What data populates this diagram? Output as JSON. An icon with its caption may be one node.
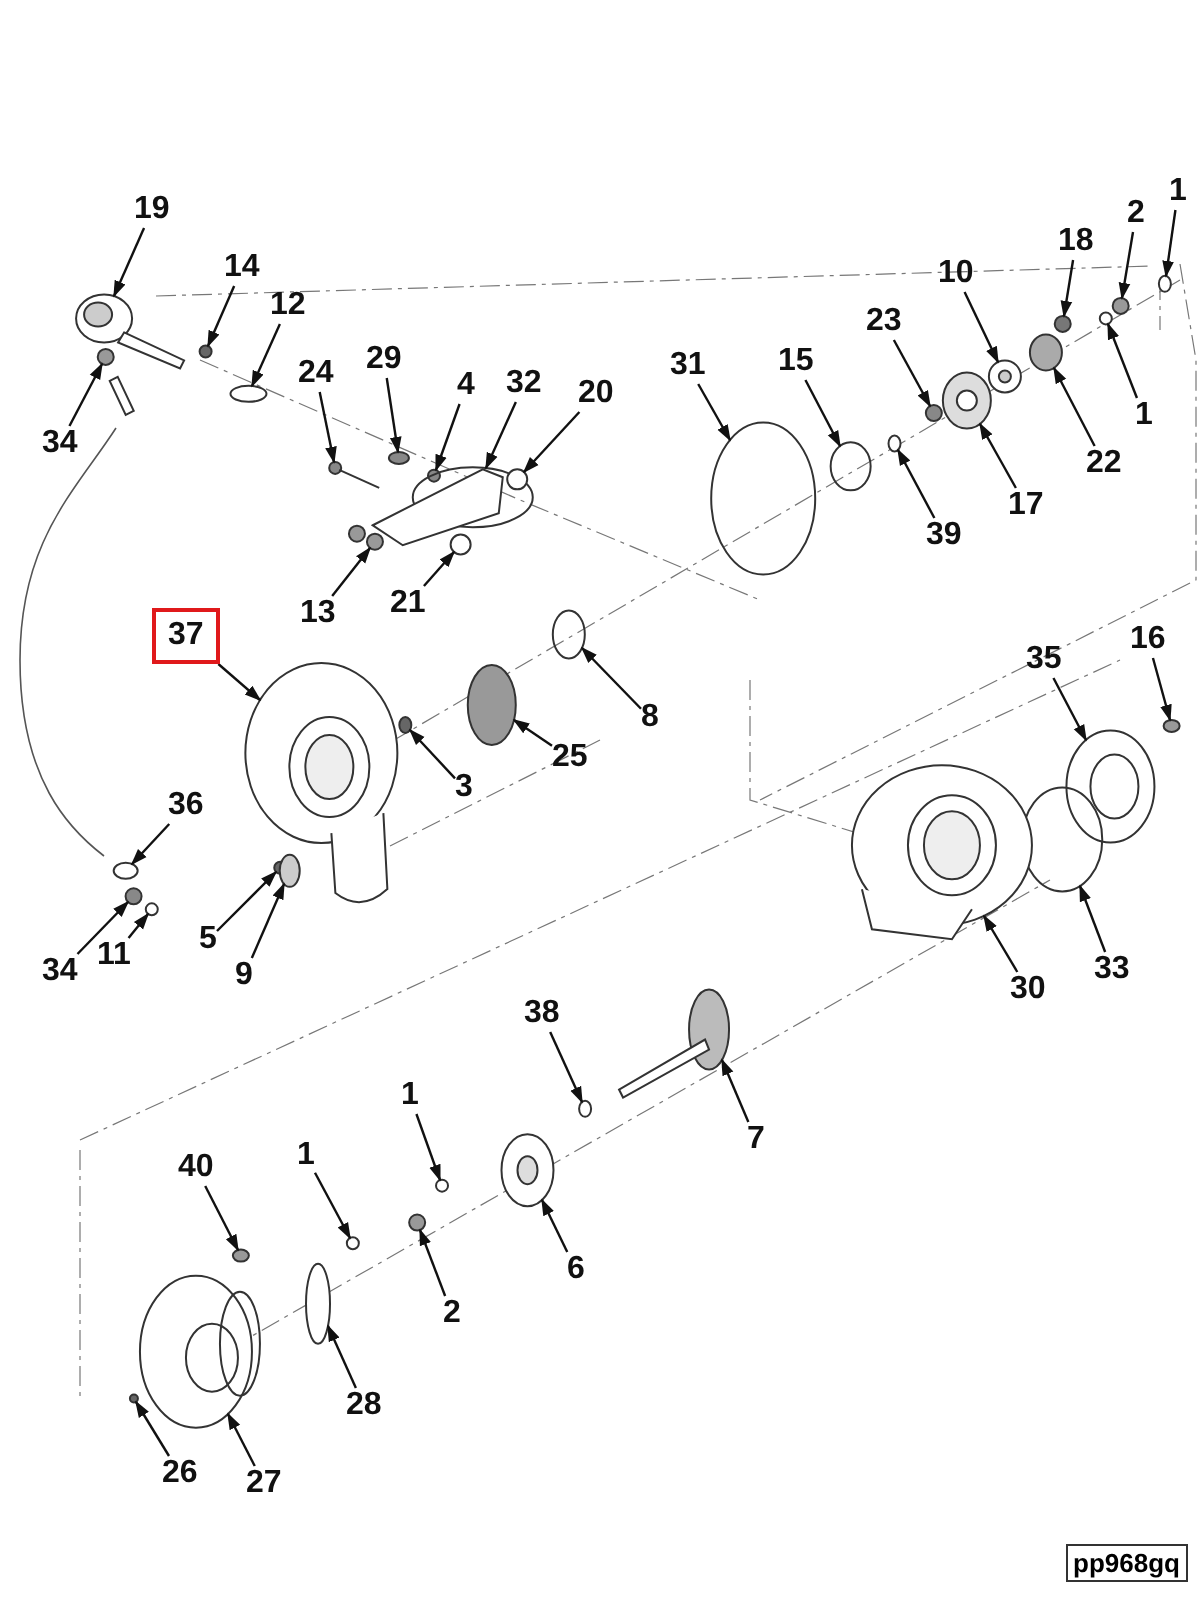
{
  "diagram": {
    "nodes": [
      {
        "text": [
          "1"
        ]
      },
      {
        "text": [
          "2"
        ]
      },
      {
        "text": [
          "18"
        ]
      },
      {
        "text": [
          "10"
        ]
      },
      {
        "text": [
          "19"
        ]
      },
      {
        "text": [
          "14"
        ]
      },
      {
        "text": [
          "12"
        ]
      },
      {
        "text": [
          "23"
        ]
      },
      {
        "text": [
          "1"
        ]
      },
      {
        "text": [
          "15"
        ]
      },
      {
        "text": [
          "31"
        ]
      },
      {
        "text": [
          "29"
        ]
      },
      {
        "text": [
          "4"
        ]
      },
      {
        "text": [
          "32"
        ]
      },
      {
        "text": [
          "20"
        ]
      },
      {
        "text": [
          "24"
        ]
      },
      {
        "text": [
          "34"
        ]
      },
      {
        "text": [
          "22"
        ]
      },
      {
        "text": [
          "17"
        ]
      },
      {
        "text": [
          "39"
        ]
      },
      {
        "text": [
          "13"
        ]
      },
      {
        "text": [
          "21"
        ]
      },
      {
        "text": [
          "37"
        ]
      },
      {
        "text": [
          "35"
        ]
      },
      {
        "text": [
          "16"
        ]
      },
      {
        "text": [
          "8"
        ]
      },
      {
        "text": [
          "25"
        ]
      },
      {
        "text": [
          "3"
        ]
      },
      {
        "text": [
          "36"
        ]
      },
      {
        "text": [
          "34"
        ]
      },
      {
        "text": [
          "11"
        ]
      },
      {
        "text": [
          "5"
        ]
      },
      {
        "text": [
          "9"
        ]
      },
      {
        "text": [
          "33"
        ]
      },
      {
        "text": [
          "30"
        ]
      },
      {
        "text": [
          "38"
        ]
      },
      {
        "text": [
          "7"
        ]
      },
      {
        "text": [
          "1"
        ]
      },
      {
        "text": [
          "1"
        ]
      },
      {
        "text": [
          "40"
        ]
      },
      {
        "text": [
          "6"
        ]
      },
      {
        "text": [
          "2"
        ]
      },
      {
        "text": [
          "28"
        ]
      },
      {
        "text": [
          "26"
        ]
      },
      {
        "text": [
          "27"
        ]
      },
      {
        "text": [],
        "shape": "circle"
      },
      {
        "text": [],
        "shape": "circle"
      },
      {
        "text": [],
        "shape": "circle"
      },
      {
        "text": [],
        "shape": "picture"
      },
      {
        "text": [],
        "shape": "picture"
      },
      {
        "text": [],
        "shape": "circle"
      },
      {
        "text": [],
        "shape": "circle"
      },
      {
        "text": [],
        "shape": "circle"
      },
      {
        "text": [],
        "shape": "circle"
      },
      {
        "text": [],
        "shape": "circle"
      },
      {
        "text": [],
        "shape": "circle"
      },
      {
        "text": [],
        "shape": "circle"
      },
      {
        "text": [],
        "shape": "circle"
      },
      {
        "text": [],
        "shape": "picture"
      },
      {
        "text": [],
        "shape": "circle"
      },
      {
        "text": [],
        "shape": "picture"
      },
      {
        "text": [],
        "shape": "picture"
      },
      {
        "text": [],
        "shape": "circle"
      },
      {
        "text": [],
        "shape": "picture"
      },
      {
        "text": [],
        "shape": "circle"
      },
      {
        "text": [],
        "shape": "picture"
      },
      {
        "text": [],
        "shape": "circle"
      },
      {
        "text": [],
        "shape": "picture"
      },
      {
        "text": [],
        "shape": "picture"
      },
      {
        "text": [],
        "shape": "circle"
      },
      {
        "text": [],
        "shape": "circle"
      },
      {
        "text": [],
        "shape": "circle"
      },
      {
        "text": [],
        "shape": "circle"
      },
      {
        "text": [],
        "shape": "circle"
      },
      {
        "text": [],
        "shape": "circle"
      },
      {
        "text": [],
        "shape": "circle"
      },
      {
        "text": [],
        "shape": "circle"
      },
      {
        "text": [],
        "shape": "circle"
      },
      {
        "text": [],
        "shape": "circle"
      },
      {
        "text": [],
        "shape": "picture"
      },
      {
        "text": [],
        "shape": "circle"
      },
      {
        "text": [],
        "shape": "picture"
      },
      {
        "text": [],
        "shape": "circle"
      },
      {
        "text": [],
        "shape": "circle"
      },
      {
        "text": [],
        "shape": "circle"
      },
      {
        "text": [],
        "shape": "picture"
      },
      {
        "text": [],
        "shape": "circle"
      },
      {
        "text": [],
        "shape": "circle"
      },
      {
        "text": [],
        "shape": "circle"
      },
      {
        "text": [],
        "shape": "picture"
      }
    ],
    "edges": [
      {
        "from": 0,
        "to": 45,
        "arrow": "to"
      },
      {
        "from": 1,
        "to": 46,
        "arrow": "to"
      },
      {
        "from": 2,
        "to": 47,
        "arrow": "to"
      },
      {
        "from": 3,
        "to": 48,
        "arrow": "to"
      },
      {
        "from": 4,
        "to": 49,
        "arrow": "to"
      },
      {
        "from": 5,
        "to": 50,
        "arrow": "to"
      },
      {
        "from": 6,
        "to": 51,
        "arrow": "to"
      },
      {
        "from": 7,
        "to": 52,
        "arrow": "to"
      },
      {
        "from": 8,
        "to": 53,
        "arrow": "to"
      },
      {
        "from": 9,
        "to": 54,
        "arrow": "to"
      },
      {
        "from": 10,
        "to": 55,
        "arrow": "to"
      },
      {
        "from": 11,
        "to": 56,
        "arrow": "to"
      },
      {
        "from": 12,
        "to": 57,
        "arrow": "to"
      },
      {
        "from": 13,
        "to": 58,
        "arrow": "to"
      },
      {
        "from": 14,
        "to": 59,
        "arrow": "to"
      },
      {
        "from": 15,
        "to": 60,
        "arrow": "to"
      },
      {
        "from": 16,
        "to": 61,
        "arrow": "to"
      },
      {
        "from": 17,
        "to": 62,
        "arrow": "to"
      },
      {
        "from": 18,
        "to": 63,
        "arrow": "to"
      },
      {
        "from": 19,
        "to": 64,
        "arrow": "to"
      },
      {
        "from": 20,
        "to": 65,
        "arrow": "to"
      },
      {
        "from": 21,
        "to": 66,
        "arrow": "to"
      },
      {
        "from": 22,
        "to": 67,
        "arrow": "to"
      },
      {
        "from": 23,
        "to": 68,
        "arrow": "to"
      },
      {
        "from": 24,
        "to": 69,
        "arrow": "to"
      },
      {
        "from": 25,
        "to": 70,
        "arrow": "to"
      },
      {
        "from": 26,
        "to": 71,
        "arrow": "to"
      },
      {
        "from": 27,
        "to": 72,
        "arrow": "to"
      },
      {
        "from": 28,
        "to": 73,
        "arrow": "to"
      },
      {
        "from": 29,
        "to": 74,
        "arrow": "to"
      },
      {
        "from": 30,
        "to": 75,
        "arrow": "to"
      },
      {
        "from": 31,
        "to": 76,
        "arrow": "to"
      },
      {
        "from": 32,
        "to": 77,
        "arrow": "to"
      },
      {
        "from": 33,
        "to": 78,
        "arrow": "to"
      },
      {
        "from": 34,
        "to": 79,
        "arrow": "to"
      },
      {
        "from": 35,
        "to": 80,
        "arrow": "to"
      },
      {
        "from": 36,
        "to": 81,
        "arrow": "to"
      },
      {
        "from": 37,
        "to": 82,
        "arrow": "to"
      },
      {
        "from": 38,
        "to": 83,
        "arrow": "to"
      },
      {
        "from": 39,
        "to": 84,
        "arrow": "to"
      },
      {
        "from": 40,
        "to": 85,
        "arrow": "to"
      },
      {
        "from": 41,
        "to": 86,
        "arrow": "to"
      },
      {
        "from": 42,
        "to": 87,
        "arrow": "to"
      },
      {
        "from": 43,
        "to": 88,
        "arrow": "to"
      },
      {
        "from": 44,
        "to": 89,
        "arrow": "to"
      }
    ],
    "labels": [
      "pp968gq"
    ]
  }
}
